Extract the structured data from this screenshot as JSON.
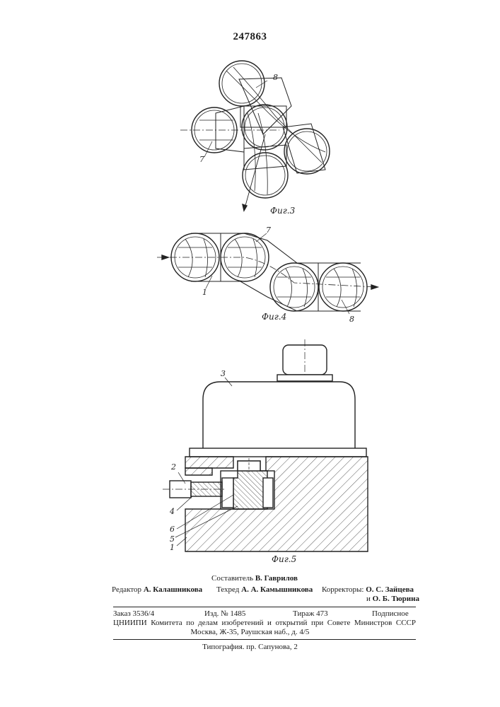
{
  "patent_number": "247863",
  "figures": {
    "fig3": {
      "caption": "Фиг.3",
      "labels": {
        "a": "8",
        "b": "7"
      }
    },
    "fig4": {
      "caption": "Фиг.4",
      "labels": {
        "a": "7",
        "b": "1",
        "c": "8"
      }
    },
    "fig5": {
      "caption": "Фиг.5",
      "labels": {
        "a": "3",
        "b": "2",
        "c": "4",
        "d": "6",
        "e": "5",
        "f": "1"
      }
    }
  },
  "credits": {
    "compiler": {
      "label": "Составитель",
      "name": "В. Гаврилов"
    },
    "editor": {
      "label": "Редактор",
      "name": "А. Калашникова"
    },
    "techred": {
      "label": "Техред",
      "name": "А. А. Камышникова"
    },
    "correctors": {
      "label": "Корректоры:",
      "name1": "О. С. Зайцева",
      "conj": "и",
      "name2": "О. Б. Тюрина"
    }
  },
  "imprint": {
    "order": "Заказ 3536/4",
    "issue": "Изд. № 1485",
    "print_run": "Тираж 473",
    "subscription": "Подписное",
    "institute_line": "ЦНИИПИ Комитета по делам изобретений и открытий при Совете Министров СССР",
    "address_line": "Москва, Ж-35, Раушская наб., д. 4/5",
    "typography": "Типография. пр. Сапунова, 2"
  }
}
